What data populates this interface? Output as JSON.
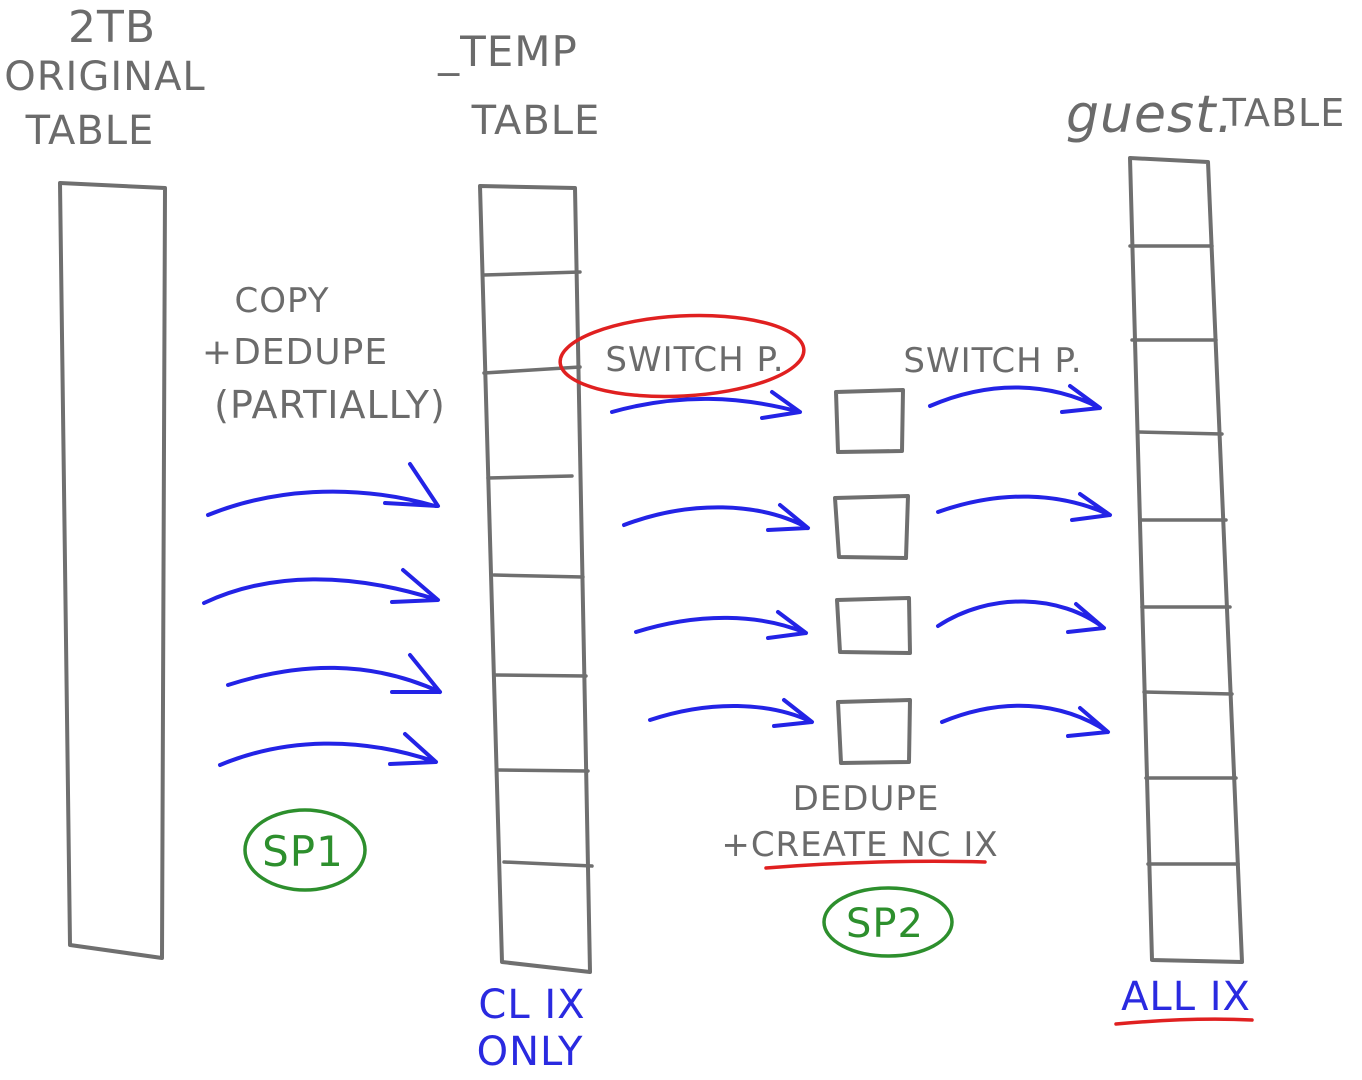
{
  "original": {
    "lines": [
      "2TB",
      "ORIGINAL",
      "TABLE"
    ]
  },
  "temp": {
    "lines": [
      "_TEMP",
      "TABLE"
    ],
    "caption": [
      "CL IX",
      "ONLY"
    ]
  },
  "guest": {
    "prefix": "guest.",
    "name": "TABLE",
    "caption": "ALL IX"
  },
  "step1": {
    "lines": [
      "COPY",
      "+DEDUPE",
      "(PARTIALLY)"
    ],
    "badge": "SP1"
  },
  "switch1": {
    "label": "SWITCH P."
  },
  "switch2": {
    "label": "SWITCH P."
  },
  "step2": {
    "lines": [
      "DEDUPE",
      "+CREATE NC IX"
    ],
    "badge": "SP2"
  },
  "colors": {
    "ink": "#6b6b6b",
    "arrow": "#2323e6",
    "highlight": "#e02020",
    "badge": "#2d8f2d"
  }
}
